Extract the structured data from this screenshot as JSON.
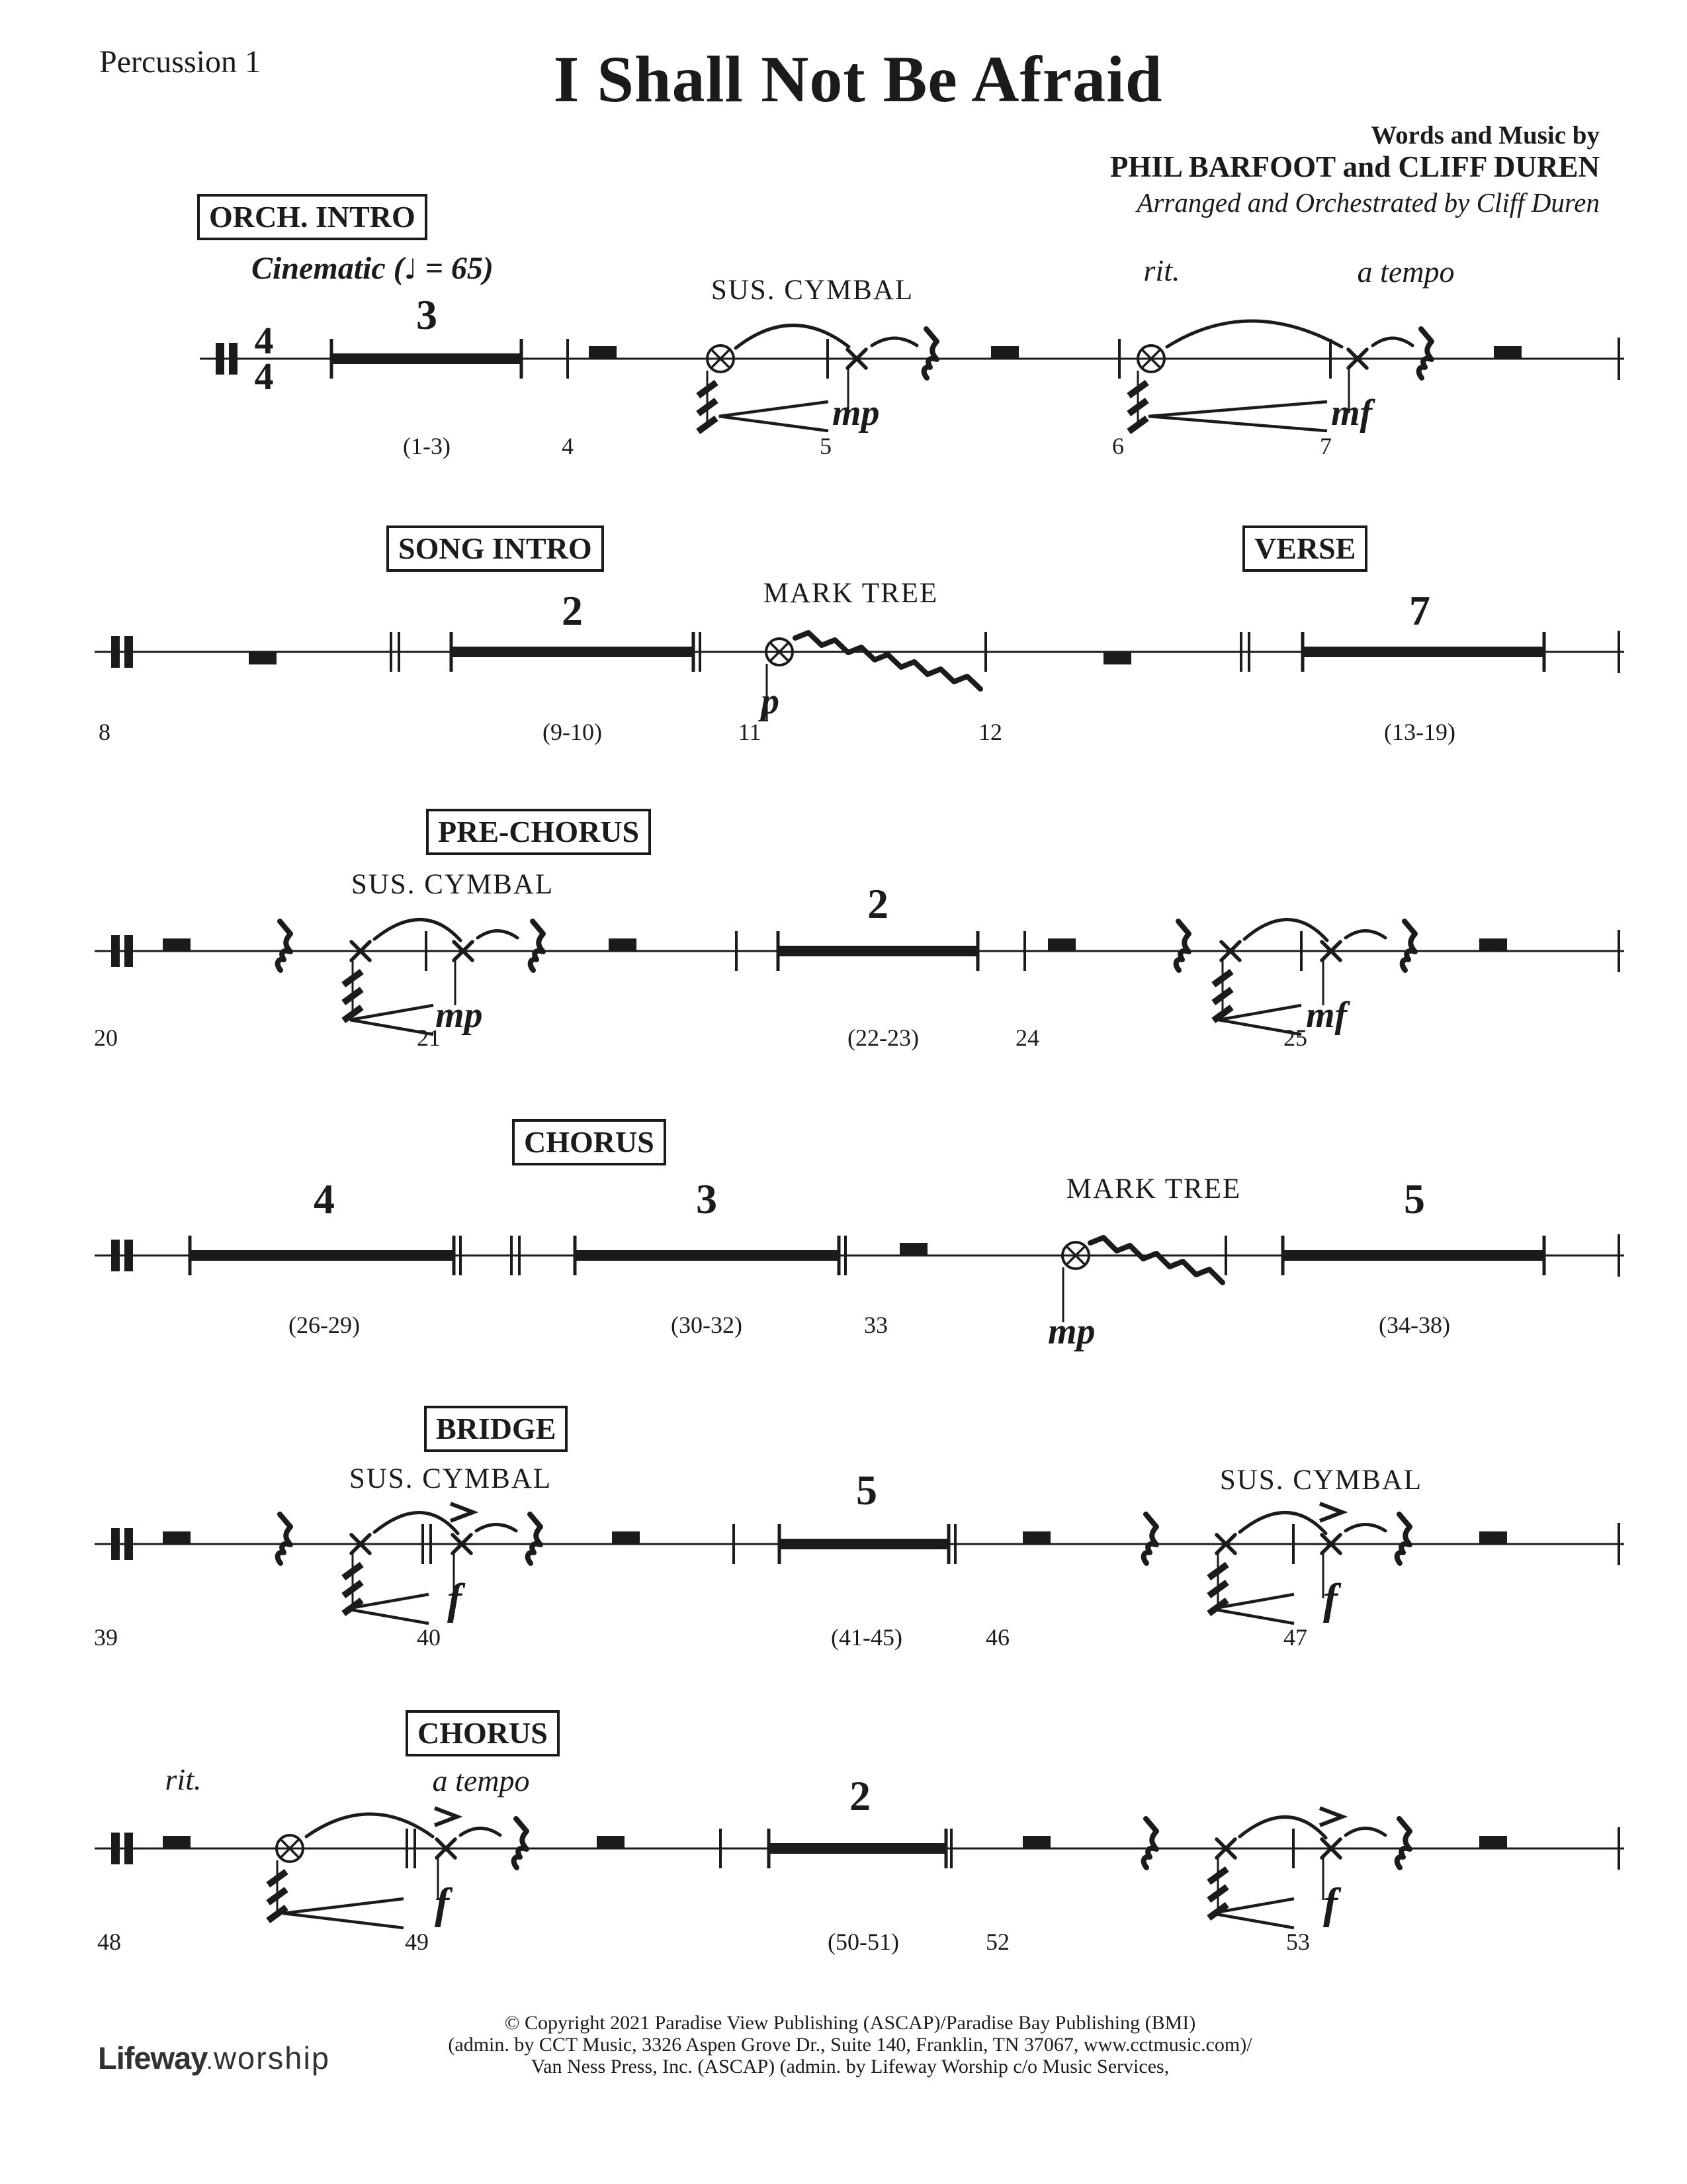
{
  "page": {
    "background": "#ffffff",
    "ink": "#1c1a1a"
  },
  "header": {
    "instrument": "Percussion 1",
    "title": "I Shall Not Be Afraid",
    "credit_heading": "Words and Music by",
    "composers": "PHIL BARFOOT and CLIFF DUREN",
    "arranger_line": "Arranged and Orchestrated by Cliff Duren"
  },
  "tempo_heading": {
    "style_prefix": "Cinematic (",
    "note_icon": "♩",
    "suffix": " = 65)"
  },
  "time_signature": {
    "numerator": "4",
    "denominator": "4"
  },
  "section_labels": {
    "orch_intro": "ORCH. INTRO",
    "song_intro": "SONG INTRO",
    "verse": "VERSE",
    "pre_chorus": "PRE-CHORUS",
    "chorus": "CHORUS",
    "bridge": "BRIDGE",
    "chorus_2": "CHORUS"
  },
  "instrument_cues": {
    "sus_cymbal": "SUS. CYMBAL",
    "mark_tree": "MARK TREE"
  },
  "tempo_marks": {
    "rit": "rit.",
    "a_tempo": "a tempo"
  },
  "dynamics": {
    "p": "p",
    "mp": "mp",
    "mf": "mf",
    "f": "f"
  },
  "multirest_counts": {
    "orch_intro": "3",
    "song_intro": "2",
    "verse": "7",
    "pre_chorus": "2",
    "chorus_a": "4",
    "chorus_b": "3",
    "chorus_c": "5",
    "bridge": "5",
    "chorus_2": "2"
  },
  "measure_labels": {
    "s1": [
      "(1-3)",
      "4",
      "5",
      "6",
      "7"
    ],
    "s2": [
      "8",
      "(9-10)",
      "11",
      "12",
      "(13-19)"
    ],
    "s3": [
      "20",
      "21",
      "(22-23)",
      "24",
      "25"
    ],
    "s4": [
      "(26-29)",
      "(30-32)",
      "33",
      "(34-38)"
    ],
    "s5": [
      "39",
      "40",
      "(41-45)",
      "46",
      "47"
    ],
    "s6": [
      "48",
      "49",
      "(50-51)",
      "52",
      "53"
    ]
  },
  "footer": {
    "logo_primary": "Lifeway",
    "logo_separator": ".",
    "logo_secondary": "worship",
    "copyright_lines": [
      "© Copyright 2021 Paradise View Publishing (ASCAP)/Paradise Bay Publishing (BMI)",
      "(admin. by CCT Music, 3326 Aspen Grove Dr., Suite 140, Franklin, TN 37067, www.cctmusic.com)/",
      "Van Ness Press, Inc. (ASCAP) (admin. by Lifeway Worship c/o Music Services,"
    ]
  }
}
